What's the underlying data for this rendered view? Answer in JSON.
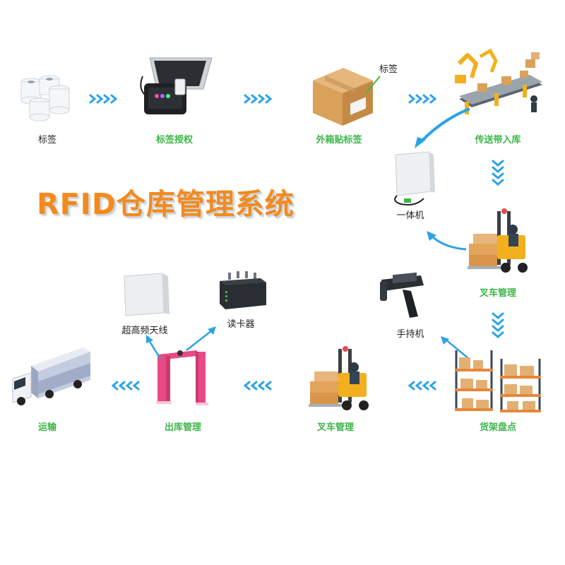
{
  "title": "RFID仓库管理系统",
  "steps": {
    "tag_roll": "标签",
    "tag_auth": "标签授权",
    "box_label": "外箱贴标签",
    "box_tag_callout": "标签",
    "conveyor": "传送带入库",
    "all_in_one": "一体机",
    "forklift_in": "叉车管理",
    "handheld": "手持机",
    "shelf_inventory": "货架盘点",
    "forklift_out": "叉车管理",
    "outbound": "出库管理",
    "antenna": "超高频天线",
    "reader": "读卡器",
    "transport": "运输"
  },
  "colors": {
    "title": "#f48a1c",
    "step_label": "#3db549",
    "arrow": "#2aa3e6",
    "gate": "#e84a86",
    "box": "#d9a15a"
  },
  "icons": [
    "label-roll-icon",
    "desktop-reader-icon",
    "cardboard-box-icon",
    "conveyor-robot-icon",
    "antenna-reader-icon",
    "forklift-icon",
    "handheld-reader-icon",
    "warehouse-shelf-icon",
    "uhf-antenna-icon",
    "fixed-reader-icon",
    "rfid-gate-icon",
    "delivery-truck-icon"
  ]
}
